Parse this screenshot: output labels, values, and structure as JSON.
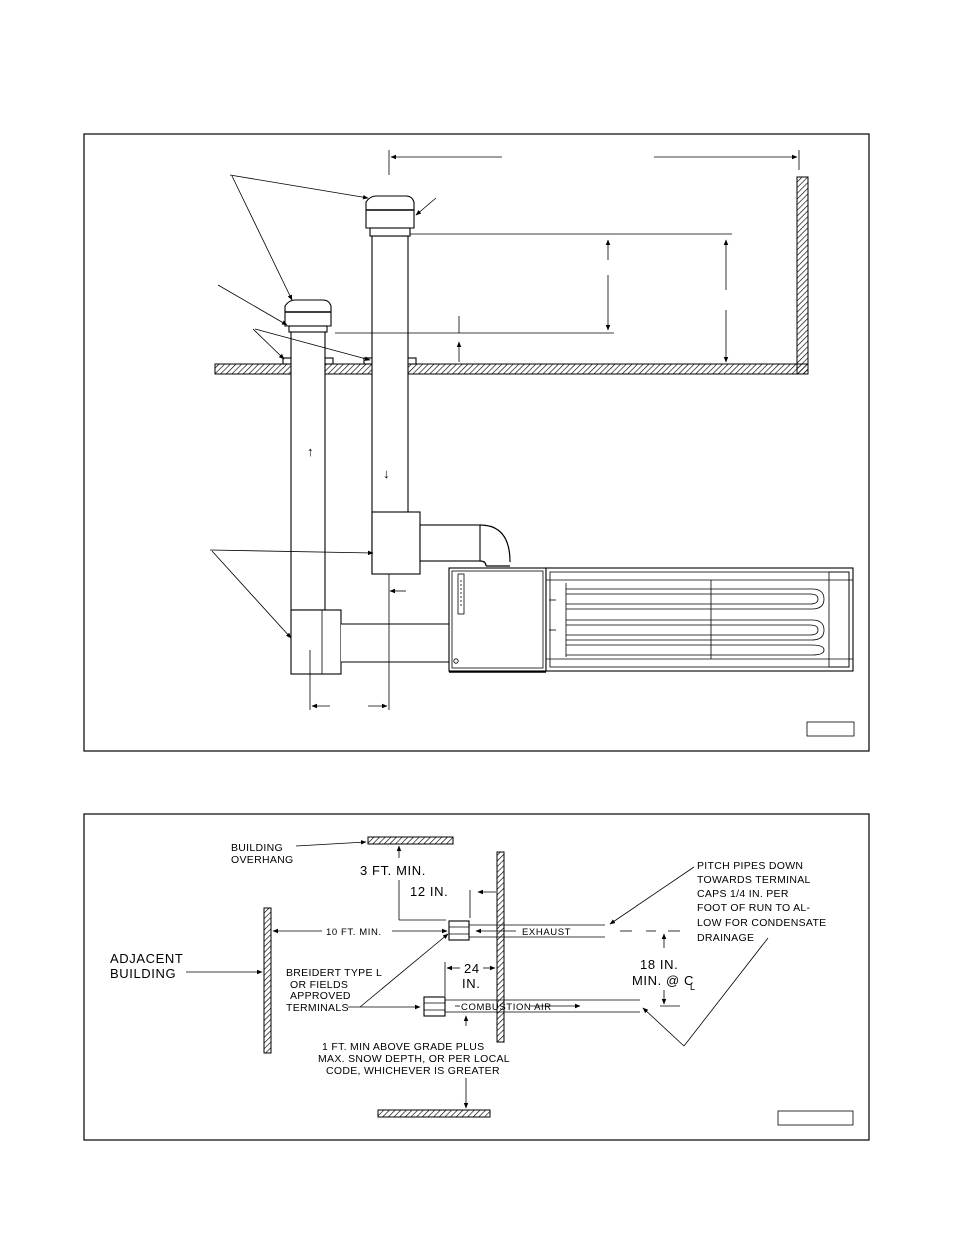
{
  "figure_bottom": {
    "building_overhang": [
      "BUILDING",
      "OVERHANG"
    ],
    "three_ft_min": "3 FT. MIN.",
    "twelve_in": "12 IN.",
    "pitch_note": [
      "PITCH PIPES DOWN",
      "TOWARDS TERMINAL",
      "CAPS 1/4 IN. PER",
      "FOOT OF RUN TO AL-",
      "LOW FOR CONDENSATE",
      "DRAINAGE"
    ],
    "ten_ft_min": "10 FT. MIN.",
    "exhaust": "EXHAUST",
    "adjacent_building": [
      "ADJACENT",
      "BUILDING"
    ],
    "twenty_four_in": [
      "24",
      "IN."
    ],
    "eighteen_in": [
      "18 IN.",
      "MIN. @ C"
    ],
    "centerline_sub": "L",
    "terminals": [
      "BREIDERT TYPE L",
      "OR FIELDS",
      "APPROVED",
      "TERMINALS"
    ],
    "combustion_air": "COMBUSTION AIR",
    "grade_note": [
      "1 FT. MIN ABOVE GRADE PLUS",
      "MAX. SNOW DEPTH, OR PER LOCAL",
      "CODE, WHICHEVER IS GREATER"
    ]
  },
  "figure_top": {
    "arrow_up": "↑",
    "arrow_down": "↓"
  },
  "colors": {
    "ink": "#000000",
    "paper": "#ffffff"
  }
}
